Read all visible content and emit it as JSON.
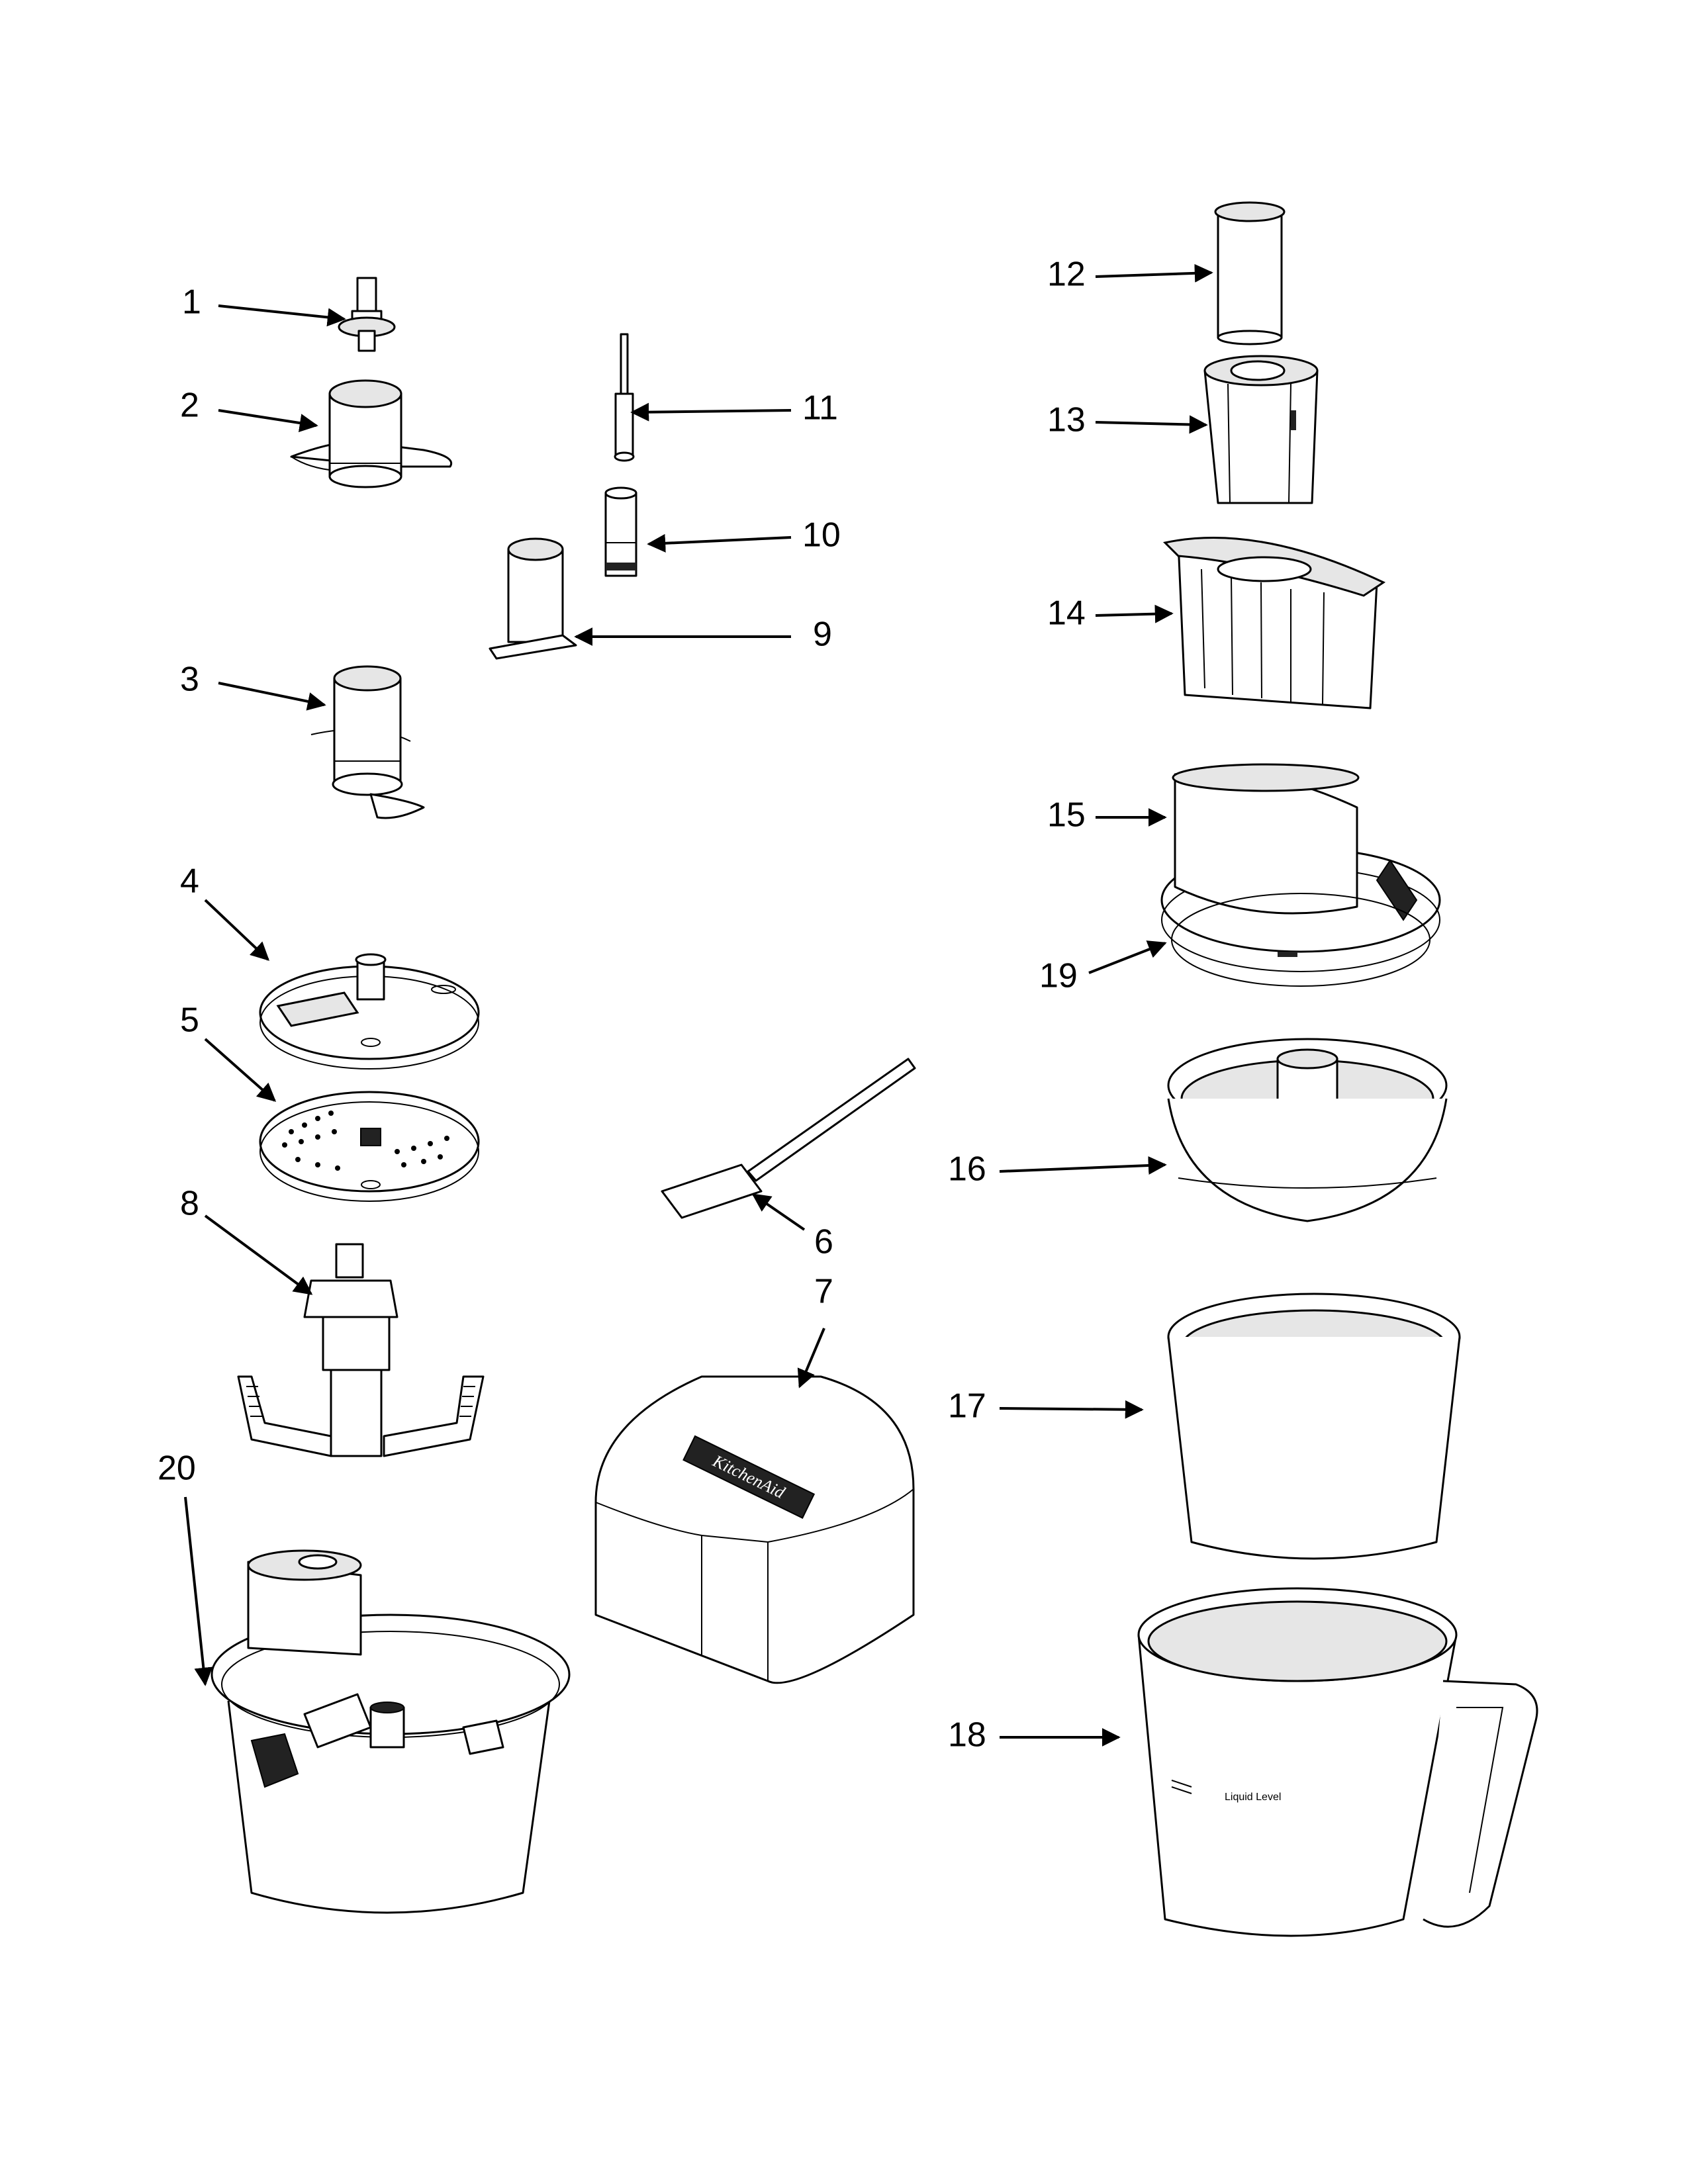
{
  "diagram": {
    "callouts": [
      {
        "number": "1"
      },
      {
        "number": "2"
      },
      {
        "number": "3"
      },
      {
        "number": "4"
      },
      {
        "number": "5"
      },
      {
        "number": "6"
      },
      {
        "number": "7"
      },
      {
        "number": "8"
      },
      {
        "number": "9"
      },
      {
        "number": "10"
      },
      {
        "number": "11"
      },
      {
        "number": "12"
      },
      {
        "number": "13"
      },
      {
        "number": "14"
      },
      {
        "number": "15"
      },
      {
        "number": "16"
      },
      {
        "number": "17"
      },
      {
        "number": "18"
      },
      {
        "number": "19"
      },
      {
        "number": "20"
      }
    ],
    "lid_logo_text": "KitchenAid",
    "bowl_marking_text": "Liquid Level"
  }
}
